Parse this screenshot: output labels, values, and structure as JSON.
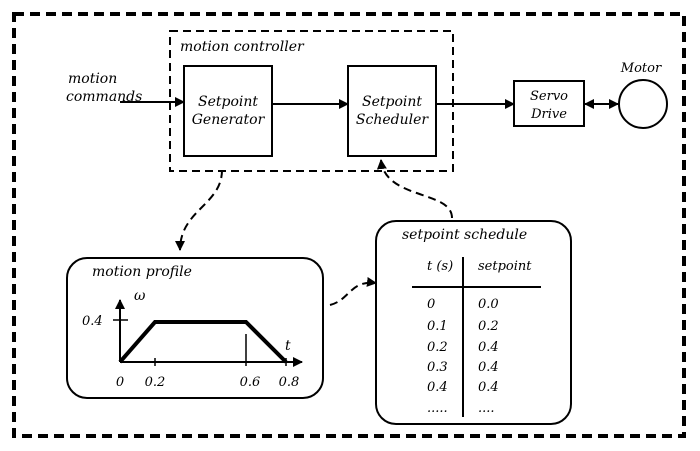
{
  "controller": {
    "label": "motion controller"
  },
  "input": {
    "line1": "motion",
    "line2": "commands"
  },
  "generator": {
    "line1": "Setpoint",
    "line2": "Generator"
  },
  "scheduler": {
    "line1": "Setpoint",
    "line2": "Scheduler"
  },
  "servo": {
    "line1": "Servo",
    "line2": "Drive"
  },
  "motor": {
    "label": "Motor"
  },
  "profile": {
    "title": "motion profile",
    "y_axis_label": "ω",
    "x_axis_label": "t",
    "y_tick": "0.4",
    "x_ticks": [
      "0",
      "0.2",
      "0.6",
      "0.8"
    ]
  },
  "schedule": {
    "title": "setpoint schedule",
    "col_t": "t (s)",
    "col_sp": "setpoint",
    "rows": [
      [
        "0",
        "0.0"
      ],
      [
        "0.1",
        "0.2"
      ],
      [
        "0.2",
        "0.4"
      ],
      [
        "0.3",
        "0.4"
      ],
      [
        "0.4",
        "0.4"
      ],
      [
        ".....",
        "...."
      ]
    ]
  }
}
